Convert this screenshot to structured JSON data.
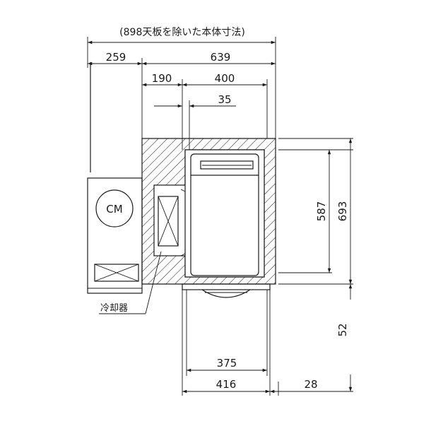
{
  "drawing": {
    "title": "(898天板を除いた本体寸法)",
    "cooler_label": "冷却器",
    "cm_label": "CM",
    "dimensions": {
      "d259": "259",
      "d639": "639",
      "d190": "190",
      "d400": "400",
      "d35": "35",
      "d587": "587",
      "d693": "693",
      "d52": "52",
      "d375": "375",
      "d416": "416",
      "d28": "28"
    }
  }
}
